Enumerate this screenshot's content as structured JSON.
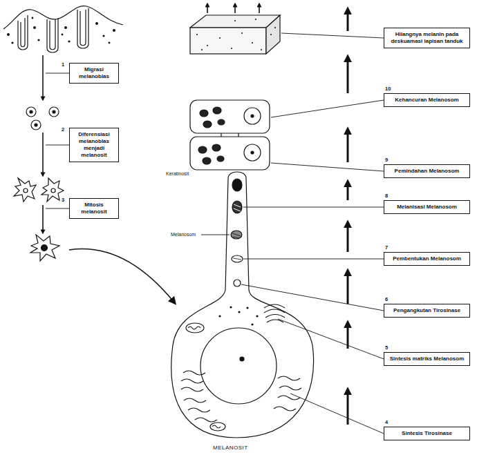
{
  "diagram": {
    "nodes": [
      {
        "text": [
          "Migrasi melanoblas"
        ]
      },
      {
        "text": [
          "Diferensiasi melanoblas menjadi melanosit"
        ]
      },
      {
        "text": [
          "Mitosis melanosit"
        ]
      },
      {
        "text": [
          "Hilangnya melanin pada deskuamasi lapisan tanduk"
        ]
      },
      {
        "text": [
          "Kehancuran Melanosom"
        ]
      },
      {
        "text": [
          "Pemindahan Melanosom"
        ]
      },
      {
        "text": [
          "Melanisasi Melanosom"
        ]
      },
      {
        "text": [
          "Pembentukan Melanosom"
        ]
      },
      {
        "text": [
          "Pengangkutan Tirosinase"
        ]
      },
      {
        "text": [
          "Sintesis matriks Melanosom"
        ]
      },
      {
        "text": [
          "Sintesis Tirosinase"
        ]
      }
    ],
    "labels": [
      "1",
      "2",
      "3",
      "10",
      "9",
      "8",
      "7",
      "6",
      "5",
      "4",
      "Keratinosit",
      "Melanosom",
      "MELANOSIT"
    ]
  }
}
